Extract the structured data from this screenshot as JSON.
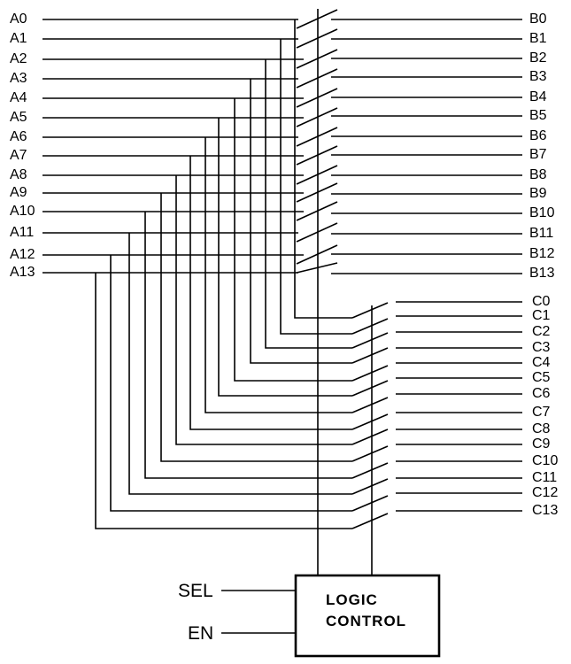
{
  "a_labels": [
    "A0",
    "A1",
    "A2",
    "A3",
    "A4",
    "A5",
    "A6",
    "A7",
    "A8",
    "A9",
    "A10",
    "A11",
    "A12",
    "A13"
  ],
  "b_labels": [
    "B0",
    "B1",
    "B2",
    "B3",
    "B4",
    "B5",
    "B6",
    "B7",
    "B8",
    "B9",
    "B10",
    "B11",
    "B12",
    "B13"
  ],
  "c_labels": [
    "C0",
    "C1",
    "C2",
    "C3",
    "C4",
    "C5",
    "C6",
    "C7",
    "C8",
    "C9",
    "C10",
    "C11",
    "C12",
    "C13"
  ],
  "control": {
    "sel": "SEL",
    "en": "EN",
    "logic_line1": "LOGIC",
    "logic_line2": "CONTROL"
  }
}
